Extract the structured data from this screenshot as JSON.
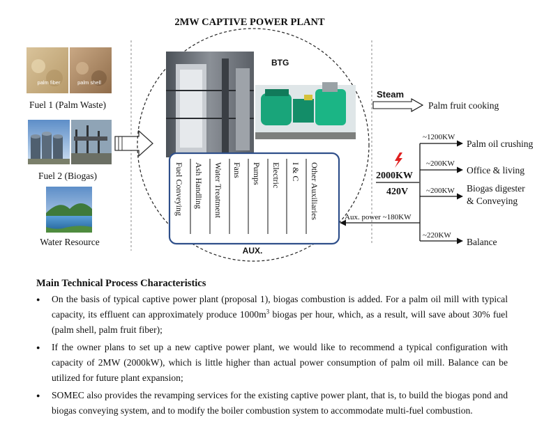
{
  "title": "2MW CAPTIVE POWER PLANT",
  "fuel1": {
    "label": "Fuel 1 (Palm Waste)",
    "photo_left_caption": "palm fiber",
    "photo_right_caption": "palm shell"
  },
  "fuel2": {
    "label": "Fuel 2 (Biogas)"
  },
  "water": {
    "label": "Water Resource"
  },
  "btg_label": "BTG",
  "aux_label": "AUX.",
  "aux_items": [
    "Fuel Conveying",
    "Ash Handling",
    "Water Treatment",
    "Fans",
    "Pumps",
    "Electric",
    "I & C",
    "Other Auxiliaries"
  ],
  "steam": {
    "label": "Steam",
    "target": "Palm fruit cooking"
  },
  "power": {
    "capacity": "2000KW",
    "voltage": "420V"
  },
  "outputs": [
    {
      "kw": "~1200KW",
      "label": "Palm oil crushing"
    },
    {
      "kw": "~200KW",
      "label": "Office & living"
    },
    {
      "kw": "~200KW",
      "label": "Biogas digester",
      "label2": "& Conveying"
    },
    {
      "kw": "~220KW",
      "label": "Balance"
    }
  ],
  "aux_power": "Aux. power ~180KW",
  "section_title": "Main Technical Process Characteristics",
  "bullets": {
    "b1_pre": "On the basis of typical captive power plant (proposal 1), biogas combustion is added. For a palm oil mill with typical capacity, its effluent can approximately produce 1000m",
    "b1_sup": "3",
    "b1_post": " biogas per hour, which, as a result, will save about 30% fuel (palm shell, palm fruit fiber);",
    "b2": "If the owner plans to set up a new captive power plant, we would like to recommend a typical configuration with capacity of 2MW (2000kW), which is little higher than actual power consumption of palm oil mill. Balance can be utilized for future plant expansion;",
    "b3": "SOMEC also provides the revamping services for the existing captive power plant, that is, to build the biogas pond and biogas conveying system, and to modify the boiler combustion system to accommodate multi-fuel combustion."
  },
  "colors": {
    "aux_border": "#2f4f8a",
    "lightning": "#e02020",
    "line": "#111111"
  }
}
